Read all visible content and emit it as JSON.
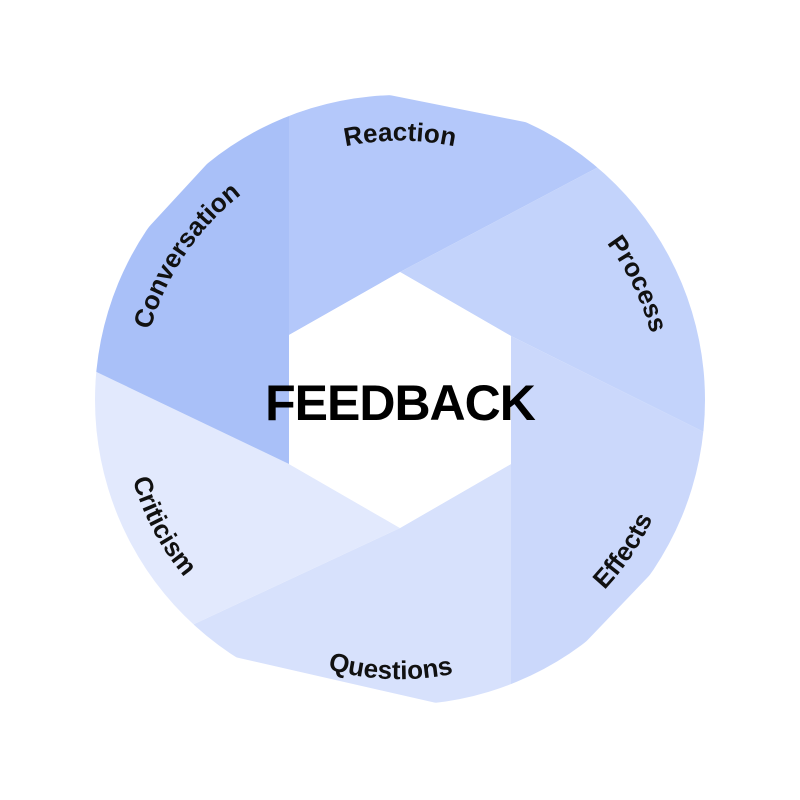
{
  "center": {
    "label": "FEEDBACK"
  },
  "segments": [
    {
      "label": "Reaction",
      "color": "#b4c8fa"
    },
    {
      "label": "Process",
      "color": "#c3d3fb"
    },
    {
      "label": "Effects",
      "color": "#cbd8fb"
    },
    {
      "label": "Questions",
      "color": "#d7e1fc"
    },
    {
      "label": "Criticism",
      "color": "#e2e9fd"
    },
    {
      "label": "Conversation",
      "color": "#a9c0f8"
    }
  ],
  "colors": {
    "background": "#ffffff",
    "hexagon": "#ffffff",
    "text": "#111111"
  }
}
